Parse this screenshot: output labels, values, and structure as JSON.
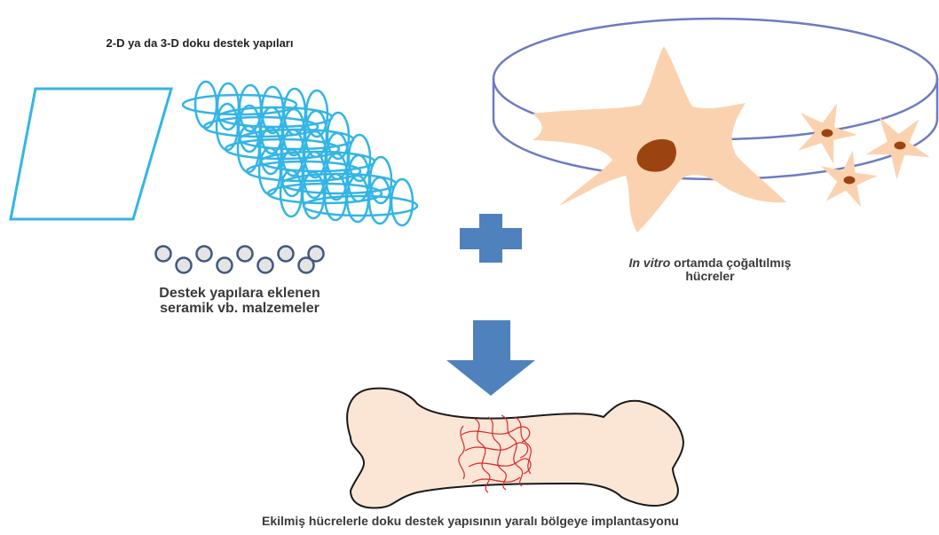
{
  "texts": {
    "scaffold_title": "2-D ya da 3-D doku destek  yapıları",
    "ceramic_line1": "Destek yapılara eklenen",
    "ceramic_line2": "seramik vb. malzemeler",
    "cells_italic": "In vitro",
    "cells_rest": " ortamda çoğaltılmış",
    "cells_line2": "hücreler",
    "implant_caption": "Ekilmiş hücrelerle doku destek yapısının yaralı bölgeye implantasyonu"
  },
  "colors": {
    "scaffold": "#33b5e5",
    "bead_fill": "#e4e4e4",
    "bead_stroke": "#41587d",
    "dish": "#6d7bc0",
    "cell": "#fbd2b0",
    "nucleus": "#9c4410",
    "arrow": "#4f81bd",
    "bone": "#fbe6d6",
    "bone_stroke": "#1a1a1a",
    "fiber": "#d9262d"
  },
  "icons": [
    "plus-icon",
    "down-arrow-icon"
  ]
}
